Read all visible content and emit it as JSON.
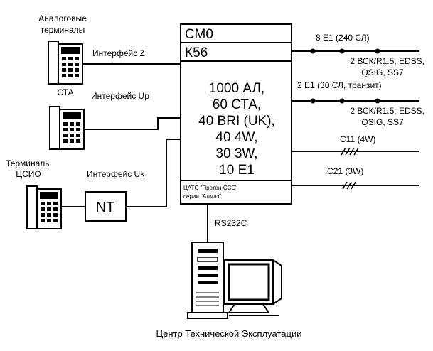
{
  "terminals": {
    "analog_label_line1": "Аналоговые",
    "analog_label_line2": "терминалы",
    "cta_label": "СТА",
    "isdn_label_line1": "Терминалы",
    "isdn_label_line2": "ЦСИО",
    "nt_label": "NT"
  },
  "interfaces": {
    "z": "Интерфейс Z",
    "up": "Интерфейс Up",
    "uk": "Интерфейс Uk"
  },
  "exchange": {
    "module_cm0": "СМ0",
    "module_k56": "К56",
    "capacity": [
      "1000 АЛ,",
      "60 СТА,",
      "40 BRI (UK),",
      "40 4W,",
      "30 3W,",
      "10 E1"
    ],
    "caption_line1": "ЦАТС \"Протон-ССС\"",
    "caption_line2": "серии \"Алмаз\""
  },
  "trunks": {
    "t1": "8 E1 (240 СЛ)",
    "t1_sig_line1": "2 ВСК/R1.5, EDSS,",
    "t1_sig_line2": "QSIG, SS7",
    "t2": "2 E1 (30 СЛ, транзит)",
    "t2_sig_line1": "2 ВСК/R1.5, EDSS,",
    "t2_sig_line2": "QSIG, SS7",
    "c11": "С11 (4W)",
    "c21": "С21 (3W)"
  },
  "management": {
    "rs232": "RS232C",
    "center_label": "Центр Технической Эксплуатации"
  }
}
